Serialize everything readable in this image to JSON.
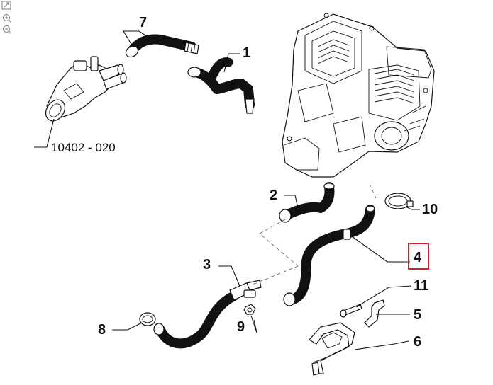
{
  "callouts": {
    "c1": "1",
    "c2": "2",
    "c3": "3",
    "c4": "4",
    "c5": "5",
    "c6": "6",
    "c7": "7",
    "c8": "8",
    "c9": "9",
    "c10": "10",
    "c11": "11"
  },
  "reference_label": "10402 - 020",
  "highlight_color": "#c0262d",
  "toolbar": {
    "icons": [
      "fit-to-page-icon",
      "zoom-in-icon",
      "zoom-out-icon"
    ]
  }
}
